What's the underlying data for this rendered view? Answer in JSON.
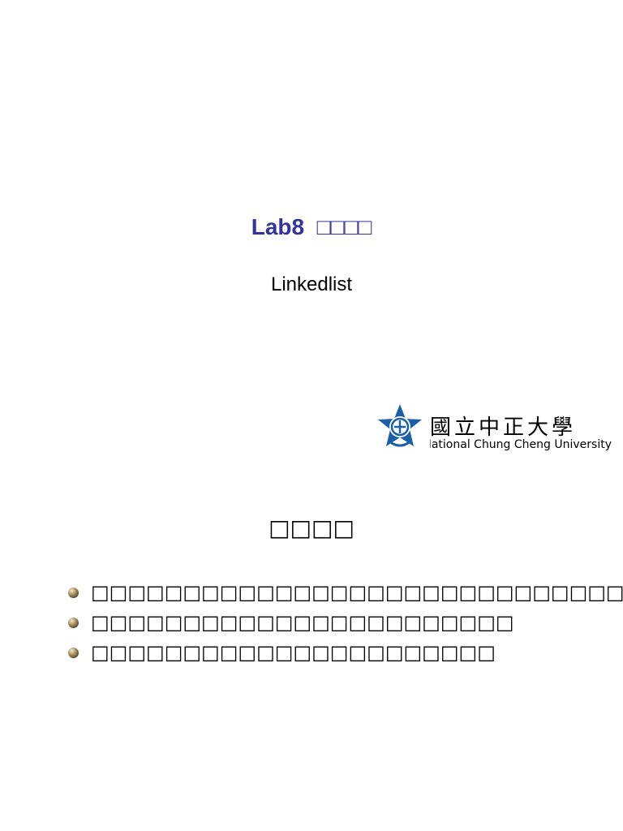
{
  "title": "Lab8  □□□□",
  "subtitle": "Linkedlist",
  "logo": {
    "chinese_name": "國立中正大學",
    "english_name": "National Chung Cheng University",
    "emblem_color": "#1a5fa8"
  },
  "section": {
    "heading": "□□□□",
    "bullets": [
      {
        "text": "□□□□□□□□□□□□□□□□□□□□□□□□□□□□□□"
      },
      {
        "text": "□□□□□□□□□□□□□□□□□□□□□□□"
      },
      {
        "text": "□□□□□□□□□□□□□□□□□□□□□□"
      }
    ]
  }
}
